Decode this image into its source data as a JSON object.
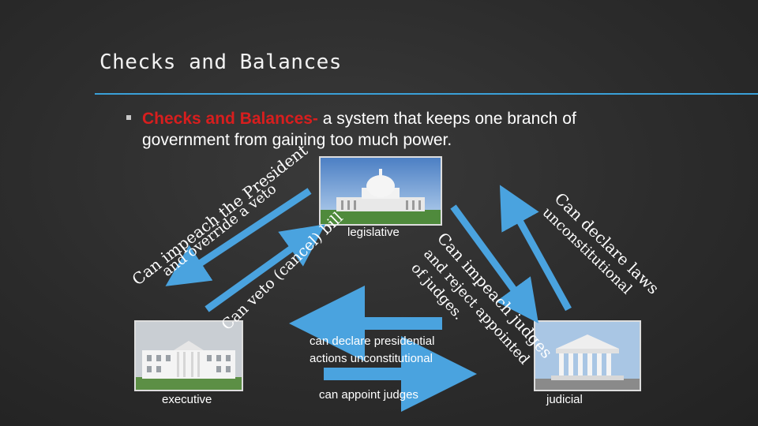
{
  "slide": {
    "title": "Checks and Balances",
    "definition": {
      "term": "Checks and Balances-",
      "text1": " a system that keeps one branch of",
      "text2": "government from gaining too much power."
    }
  },
  "branches": {
    "legislative": "legislative",
    "executive": "executive",
    "judicial": "judicial"
  },
  "checks": {
    "exec_on_leg": "Can veto (cancel) bill",
    "leg_on_exec_line1": "Can impeach the President",
    "leg_on_exec_line2": "and override a veto",
    "leg_on_jud_line1": "Can impeach judges",
    "leg_on_jud_line2": "and reject appointed",
    "leg_on_jud_line3": "of judges.",
    "jud_on_leg_line1": "Can declare laws",
    "jud_on_leg_line2": "unconstitutional",
    "jud_on_exec_line1": "can declare presidential",
    "jud_on_exec_line2": "actions unconstitutional",
    "exec_on_jud": "can appoint judges"
  },
  "colors": {
    "arrow": "#4aa3df",
    "term": "#d81e1e",
    "rule": "#3aa0d8"
  }
}
